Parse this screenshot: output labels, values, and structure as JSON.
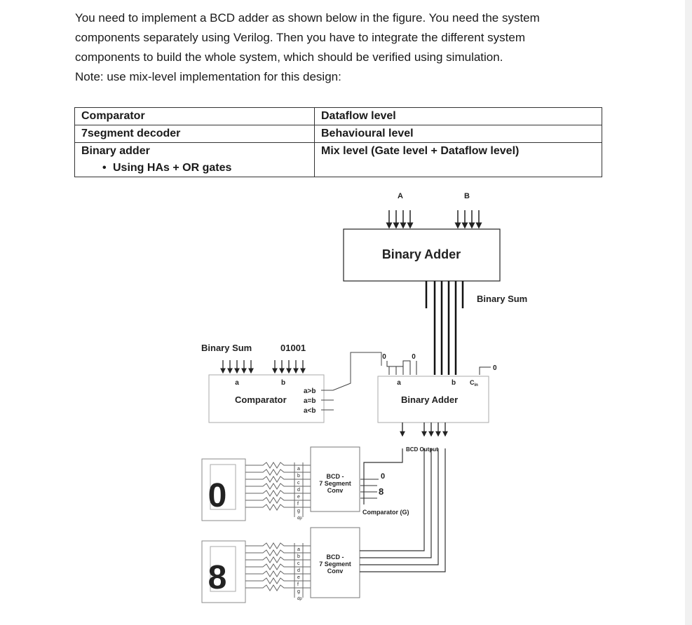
{
  "intro": {
    "line1": "You need to implement a BCD adder as shown below in the figure. You need the system",
    "line2": "components separately using Verilog. Then you have to integrate the different system",
    "line3": "components to build the whole system, which should be verified using simulation.",
    "note": "Note: use mix-level implementation for this design:"
  },
  "levels_table": [
    {
      "component": "Comparator",
      "level": "Dataflow level"
    },
    {
      "component": "7segment decoder",
      "level": "Behavioural level"
    },
    {
      "component": "Binary adder",
      "level": "Mix level (Gate level + Dataflow level)",
      "sub": "Using HAs + OR gates"
    }
  ],
  "diagram": {
    "input_a": "A",
    "input_b": "B",
    "top_adder": "Binary Adder",
    "binary_sum_out": "Binary Sum",
    "cmp_in1": "Binary Sum",
    "cmp_in2": "01001",
    "port_a": "a",
    "port_b": "b",
    "gt": "a>b",
    "eq": "a=b",
    "lt": "a<b",
    "comparator": "Comparator",
    "zero": "0",
    "port_cin": "C",
    "cin_sub": "in",
    "bottom_adder": "Binary Adder",
    "bcd_output": "BCD Output",
    "conv_line1": "BCD -",
    "conv_line2": "7 Segment",
    "conv_line3": "Conv",
    "digit_top": "0",
    "digit_bottom": "8",
    "const_zero": "0",
    "const_eight": "8",
    "comparator_g": "Comparator (G)",
    "dp": "dp",
    "seg_letters": [
      "a",
      "b",
      "c",
      "d",
      "e",
      "f",
      "g"
    ]
  }
}
